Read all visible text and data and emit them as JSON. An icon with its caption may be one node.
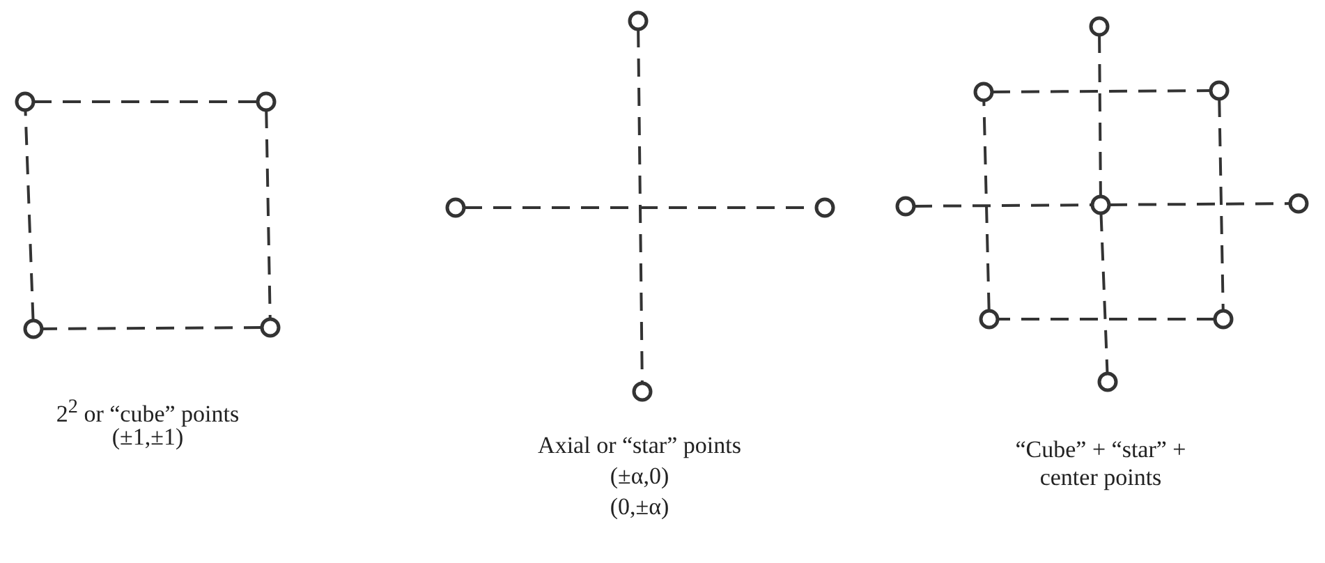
{
  "diagram": {
    "nodes": [
      {
        "text": [],
        "shape": "circle"
      },
      {
        "text": [],
        "shape": "circle"
      },
      {
        "text": [],
        "shape": "circle"
      },
      {
        "text": [],
        "shape": "circle"
      },
      {
        "text": [],
        "shape": "circle"
      },
      {
        "text": [],
        "shape": "circle"
      },
      {
        "text": [],
        "shape": "circle"
      },
      {
        "text": [],
        "shape": "circle"
      },
      {
        "text": [],
        "shape": "circle"
      },
      {
        "text": [],
        "shape": "circle"
      },
      {
        "text": [],
        "shape": "circle"
      },
      {
        "text": [],
        "shape": "circle"
      },
      {
        "text": [],
        "shape": "circle"
      },
      {
        "text": [],
        "shape": "circle"
      },
      {
        "text": [],
        "shape": "circle"
      },
      {
        "text": [],
        "shape": "circle"
      },
      {
        "text": [],
        "shape": "circle"
      }
    ],
    "edges": [
      {
        "from": 0,
        "to": 1,
        "arrow": "none",
        "style": "dashed"
      },
      {
        "from": 1,
        "to": 3,
        "arrow": "none",
        "style": "dashed"
      },
      {
        "from": 3,
        "to": 2,
        "arrow": "none",
        "style": "dashed"
      },
      {
        "from": 2,
        "to": 0,
        "arrow": "none",
        "style": "dashed"
      },
      {
        "from": 4,
        "to": 7,
        "arrow": "none",
        "style": "dashed"
      },
      {
        "from": 5,
        "to": 6,
        "arrow": "none",
        "style": "dashed"
      },
      {
        "from": 9,
        "to": 10,
        "arrow": "none",
        "style": "dashed"
      },
      {
        "from": 10,
        "to": 15,
        "arrow": "none",
        "style": "dashed"
      },
      {
        "from": 15,
        "to": 14,
        "arrow": "none",
        "style": "dashed"
      },
      {
        "from": 14,
        "to": 9,
        "arrow": "none",
        "style": "dashed"
      },
      {
        "from": 8,
        "to": 12,
        "arrow": "none",
        "style": "dashed"
      },
      {
        "from": 12,
        "to": 16,
        "arrow": "none",
        "style": "dashed"
      },
      {
        "from": 11,
        "to": 12,
        "arrow": "none",
        "style": "dashed"
      },
      {
        "from": 12,
        "to": 13,
        "arrow": "none",
        "style": "dashed"
      }
    ],
    "labels": [
      "2$^{2}$ or “cube” points",
      "(±1,±1)",
      "Axial or “star” points",
      "(±α,0)",
      "(0,±α)",
      "“Cube” + “star” + center points"
    ]
  }
}
